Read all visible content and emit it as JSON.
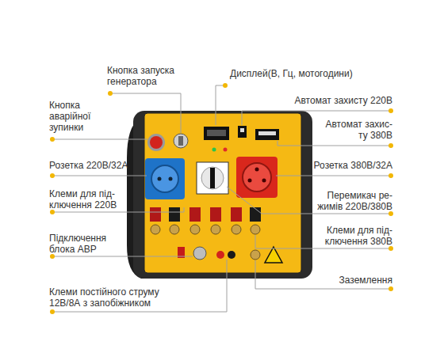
{
  "diagram": {
    "labels": [
      "Кнопка запуска генератора",
      "Дисплей(В, Гц, мотогодини)",
      "Кнопка аварійної зупинки",
      "Автомат захисту 220В",
      "Автомат захис- ту 380В",
      "Розетка 220В/32А",
      "Розетка 380В/32А",
      "Клеми для під- ключення 220В",
      "Перемикач ре- жимів 220В/380В",
      "Клеми для під- ключення 380В",
      "Підключення блока АВР",
      "Заземлення",
      "Клеми постійного струму 12В/8А з запобіжником"
    ]
  }
}
